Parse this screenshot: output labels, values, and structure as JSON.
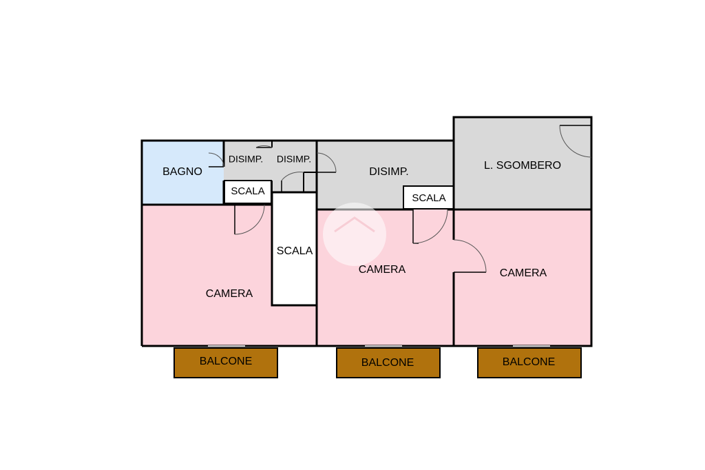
{
  "colors": {
    "bedroom": "#fcd4dc",
    "bathroom": "#d6e9fb",
    "service": "#d9d9d9",
    "stair": "#ffffff",
    "balcony": "#b0720d",
    "wall": "#000000"
  },
  "rooms": {
    "bagno": "BAGNO",
    "disimp_1": "DISIMP.",
    "disimp_2": "DISIMP.",
    "disimp_3": "DISIMP.",
    "sgombero": "L. SGOMBERO",
    "scala_small_1": "SCALA",
    "scala_small_2": "SCALA",
    "scala_main": "SCALA",
    "camera_1": "CAMERA",
    "camera_2": "CAMERA",
    "camera_3": "CAMERA",
    "balcone_1": "BALCONE",
    "balcone_2": "BALCONE",
    "balcone_3": "BALCONE"
  }
}
